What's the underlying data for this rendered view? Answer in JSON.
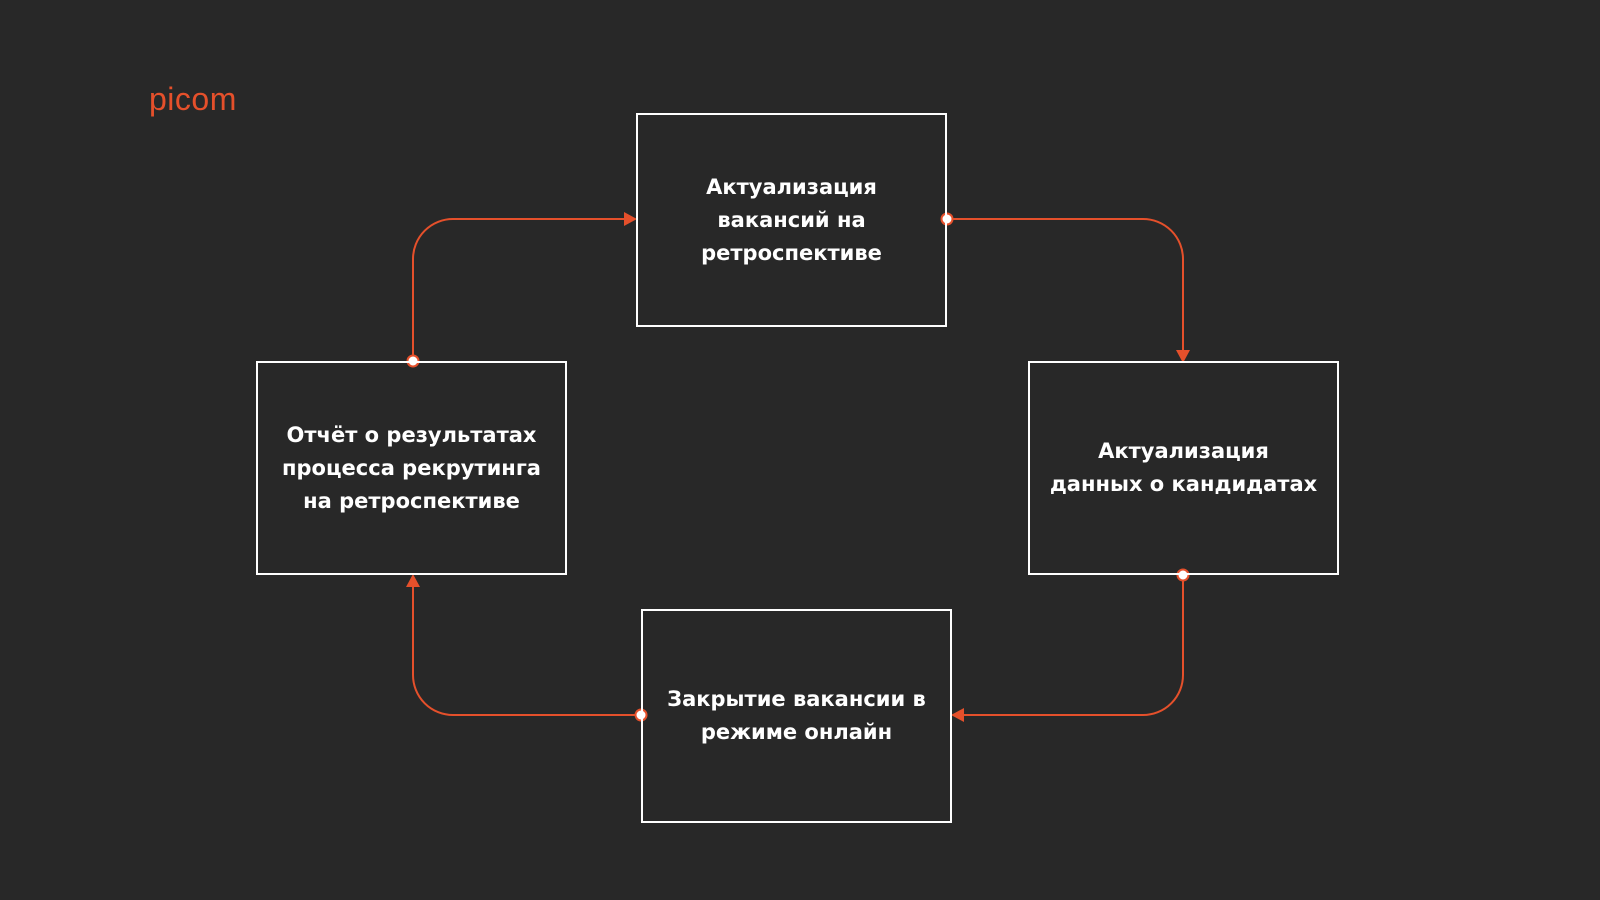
{
  "brand": {
    "logo_text": "picom",
    "accent_color": "#e5502b"
  },
  "diagram": {
    "type": "cycle",
    "nodes": [
      {
        "id": "top",
        "label": "Актуализация вакансий на ретроспективе"
      },
      {
        "id": "right",
        "label": "Актуализация данных о кандидатах"
      },
      {
        "id": "bottom",
        "label": "Закрытие вакансии в режиме онлайн"
      },
      {
        "id": "left",
        "label": "Отчёт о результатах процесса рекрутинга на ретроспективе"
      }
    ],
    "edges": [
      {
        "from": "top",
        "to": "right"
      },
      {
        "from": "right",
        "to": "bottom"
      },
      {
        "from": "bottom",
        "to": "left"
      },
      {
        "from": "left",
        "to": "top"
      }
    ]
  }
}
